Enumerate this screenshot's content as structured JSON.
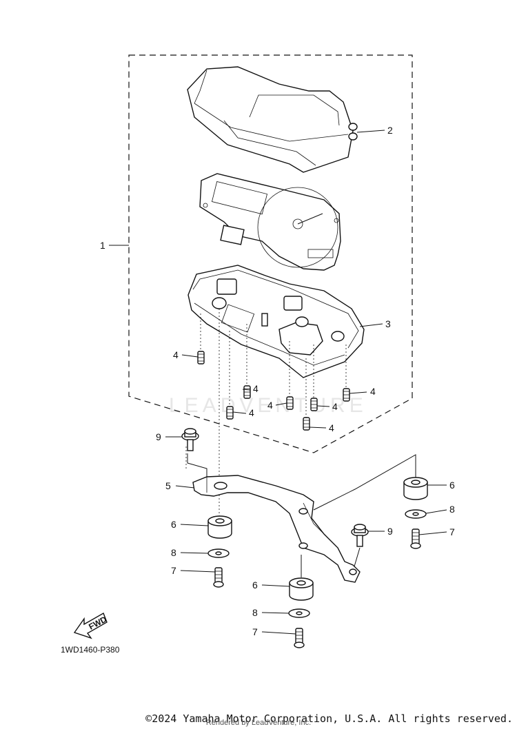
{
  "diagram": {
    "callouts": {
      "c1": "1",
      "c2": "2",
      "c3": "3",
      "c4a": "4",
      "c4b": "4",
      "c4c": "4",
      "c4d": "4",
      "c4e": "4",
      "c4f": "4",
      "c4g": "4",
      "c5": "5",
      "c6a": "6",
      "c6b": "6",
      "c6c": "6",
      "c7a": "7",
      "c7b": "7",
      "c7c": "7",
      "c8a": "8",
      "c8b": "8",
      "c8c": "8",
      "c9a": "9",
      "c9b": "9"
    },
    "fwd_label": "FWD",
    "diagram_code": "1WD1460-P380"
  },
  "footer": {
    "copyright": "©2024 Yamaha Motor Corporation, U.S.A. All rights reserved.",
    "rendered_by": "Rendered by LeadVenture, Inc."
  }
}
